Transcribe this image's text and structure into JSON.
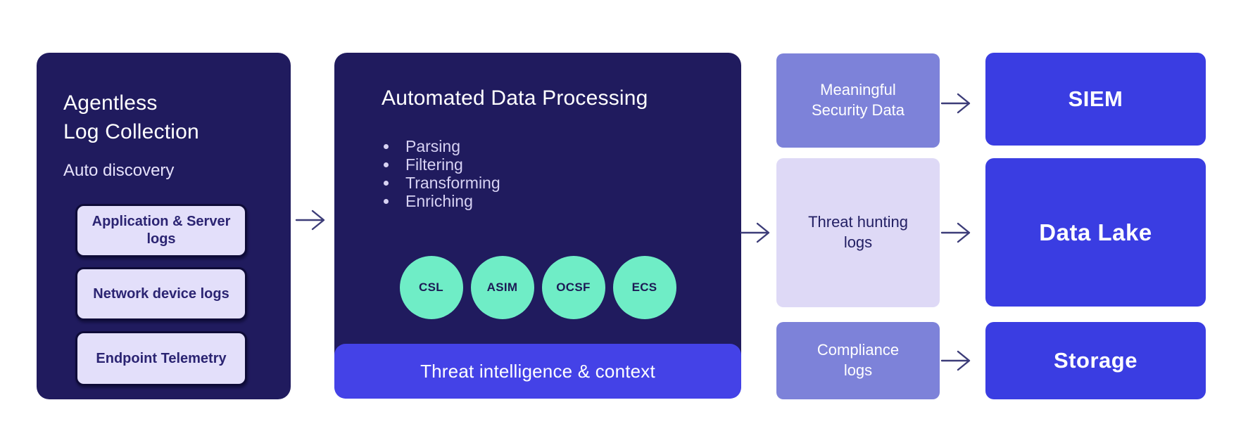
{
  "colors": {
    "card_dark_navy": "#201b5e",
    "accent_blue": "#3a3de2",
    "banner_blue": "#4442e7",
    "output_purple": "#7d82d9",
    "lavender": "#ded9f6",
    "source_box_lavender": "#e3dffa",
    "schema_mint": "#6fedc6",
    "arrow_indigo": "#3c3c78",
    "text_lavender": "#d7d2f3"
  },
  "left_card": {
    "title_line1": "Agentless",
    "title_line2": "Log Collection",
    "subtitle": "Auto discovery",
    "log_sources": [
      "Application & Server logs",
      "Network device logs",
      "Endpoint Telemetry"
    ]
  },
  "processing_card": {
    "title": "Automated Data Processing",
    "steps": [
      "Parsing",
      "Filtering",
      "Transforming",
      "Enriching"
    ],
    "schemas": [
      "CSL",
      "ASIM",
      "OCSF",
      "ECS"
    ],
    "banner": "Threat intelligence & context"
  },
  "outputs": [
    {
      "label": "Meaningful Security Data"
    },
    {
      "label": "Threat hunting logs"
    },
    {
      "label": "Compliance logs"
    }
  ],
  "destinations": [
    {
      "label": "SIEM"
    },
    {
      "label": "Data Lake"
    },
    {
      "label": "Storage"
    }
  ]
}
